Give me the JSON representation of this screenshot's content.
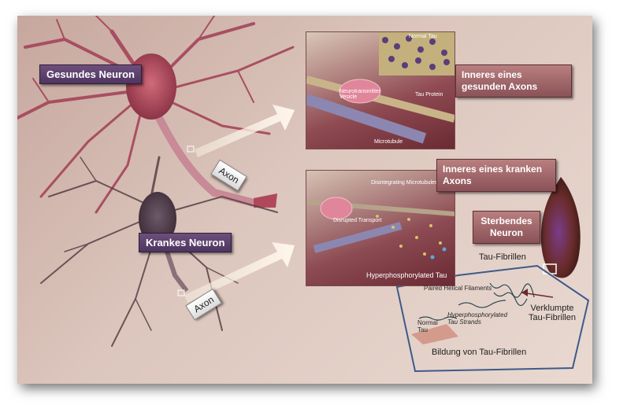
{
  "labels": {
    "healthy_neuron": "Gesundes Neuron",
    "diseased_neuron": "Krankes Neuron",
    "axon_top": "Axon",
    "axon_bottom": "Axon",
    "healthy_axon_inside": "Inneres eines gesunden Axons",
    "diseased_axon_inside": "Inneres eines kranken Axons",
    "dying_neuron": "Sterbendes Neuron",
    "tau_fibrils": "Tau-Fibrillen",
    "clumped_tau_fibrils": "Verklumpte Tau-Fibrillen",
    "tau_fibril_formation": "Bildung von Tau-Fibrillen"
  },
  "inset_healthy": {
    "normal_tau": "Normal Tau",
    "neurotransmitter_vesicle": "Neurotransmitter Vesicle",
    "tau_protein": "Tau Protein",
    "microtubule": "Microtubule"
  },
  "inset_diseased": {
    "disintegrating_microtubules": "Disintegrating Microtubules",
    "disrupted_transport": "Disrupted Transport",
    "hyperphosphorylated_tau": "Hyperphosphorylated Tau"
  },
  "fibril_panel": {
    "paired_helical_filaments": "Paired Helical Filaments",
    "hyperphosphorylated_tau_strands": "Hyperphosphorylated Tau Strands",
    "normal_tau": "Normal Tau"
  }
}
